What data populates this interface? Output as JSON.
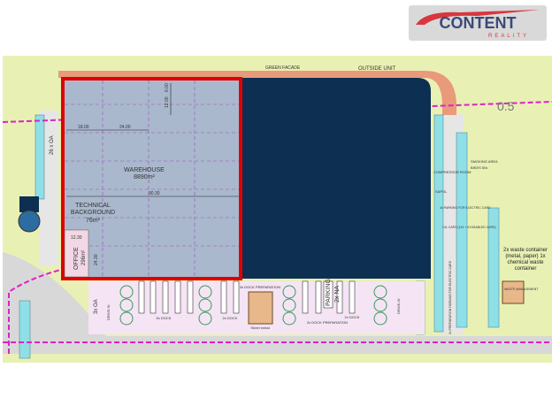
{
  "logo": {
    "brand_line1": "CONTENT",
    "brand_line2": "REALITY"
  },
  "plan": {
    "green_facade": "GREEN FACADE",
    "outside_unit": "OUTSIDE UNIT",
    "zone_value": "0.5",
    "oa_parking": "26 x OA",
    "dims": {
      "d1": "18.00",
      "d2": "24.00",
      "d3": "6.00",
      "d4": "12.00",
      "d5": "90.30",
      "d6": "12.30",
      "d7": "24.30"
    },
    "warehouse": {
      "label": "WAREHOUSE",
      "area": "8890m²"
    },
    "technical": {
      "label1": "TECHNICAL",
      "label2": "BACKGROUND",
      "area": "76m²"
    },
    "office": {
      "label": "OFFICE",
      "area": "296m²"
    },
    "dock_5x": "5x DOCK",
    "dock_2x_left": "2x DOCK",
    "dock_3x_prep": "3x DOCK PREPARATION",
    "sheet_metal": "Sheet metal",
    "parking_na_1": "PARKING",
    "parking_na_2": "2x NA",
    "dock_2x_prep": "2x DOCK PREPARATION",
    "dock_2x_right": "2x DOCK",
    "drive_in_left": "DRIVE-IN",
    "drive_in_right": "DRIVE-IN",
    "oa_left": "3x OA",
    "electric_prep": "2x PREPARATION PARKING FOR ELECTRIC CARS",
    "smoking": "SMOKING AREA",
    "bikes": "BIKES 50x",
    "compressor": "COMPRESSOR ROOM",
    "sapol": "SAPOL",
    "electric_parking": "4x PARKING FOR ELECTRIC CARS",
    "cars": "141 CARS (141 + 6 DISABLED CARS)",
    "waste_containers": "2x waste container (metal, paper) 1x chemical waste container",
    "waste_mgmt": "WASTE MANAGEMENT"
  },
  "colors": {
    "warehouse_outline": "#e00000",
    "warehouse_fill": "#a9b8cc",
    "other_unit": "#0d2f52",
    "ground": "#e9f0b4",
    "boundary": "#e020c8",
    "road": "#d8d8d8",
    "parking": "#8fe0e6"
  }
}
